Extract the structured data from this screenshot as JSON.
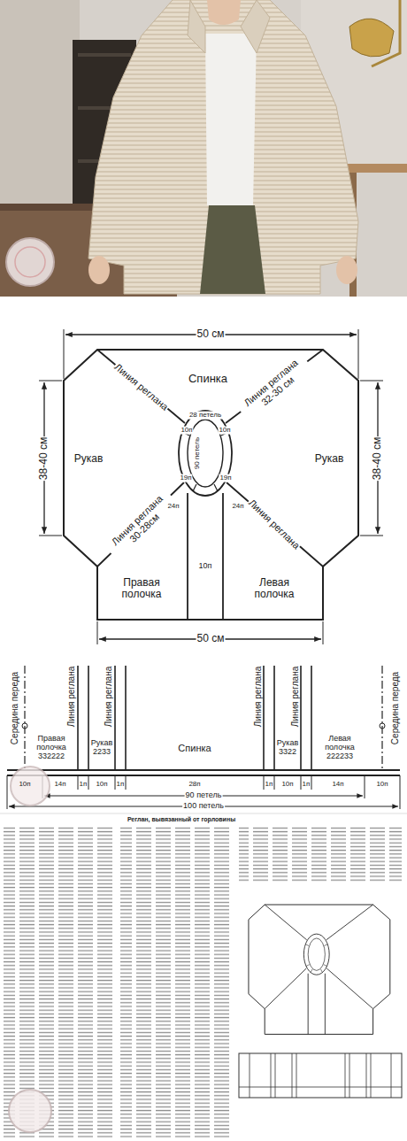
{
  "diagram": {
    "nodes": [
      {
        "text": [
          "Спинка"
        ]
      },
      {
        "text": [
          "Рукав"
        ]
      },
      {
        "text": [
          "Рукав"
        ]
      },
      {
        "text": [
          "Правая полочка"
        ]
      },
      {
        "text": [
          "Левая полочка"
        ]
      }
    ],
    "labels": [
      "50 см",
      "38-40 см",
      "38-40 см",
      "Линия реглана",
      "Линия реглана 32-30 см",
      "Линия реглана 30-28см",
      "Линия реглана",
      "28 петель",
      "10п",
      "10п",
      "90 петель",
      "19п",
      "19п",
      "24п",
      "24п",
      "10п",
      "50 см",
      "Середина переда",
      "Линия реглана",
      "Линия реглана",
      "Линия реглана",
      "Линия реглана",
      "Середина переда",
      "Правая полочка 332222",
      "Рукав 2233",
      "Спинка",
      "Рукав 3322",
      "Левая полочка 222233",
      "10п",
      "14п",
      "1п",
      "10п",
      "1п",
      "28п",
      "1п",
      "10п",
      "1п",
      "14п",
      "10п",
      "90 петель",
      "100 петель",
      "Реглан, вывязанный от горловины"
    ]
  }
}
